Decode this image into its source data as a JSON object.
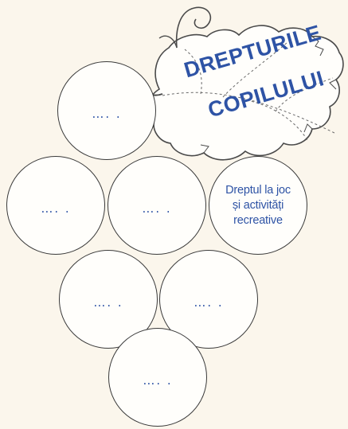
{
  "leaf": {
    "line1": "DREPTURILE",
    "line2": "COPILULUI"
  },
  "grapes": [
    {
      "text": "…. ."
    },
    {
      "text": "…. ."
    },
    {
      "text": "…. ."
    },
    {
      "text": "Dreptul la joc și activități recreative",
      "lines": [
        "Dreptul la joc",
        "și activități",
        "recreative"
      ]
    },
    {
      "text": "…. ."
    },
    {
      "text": "…. ."
    },
    {
      "text": "…. ."
    }
  ],
  "colors": {
    "text_blue": "#2e53a5",
    "leaf_outline": "#4a4a4a",
    "background": "#fbf6ec"
  },
  "icons": [
    "grape-leaf-icon",
    "vine-tendril-icon"
  ]
}
